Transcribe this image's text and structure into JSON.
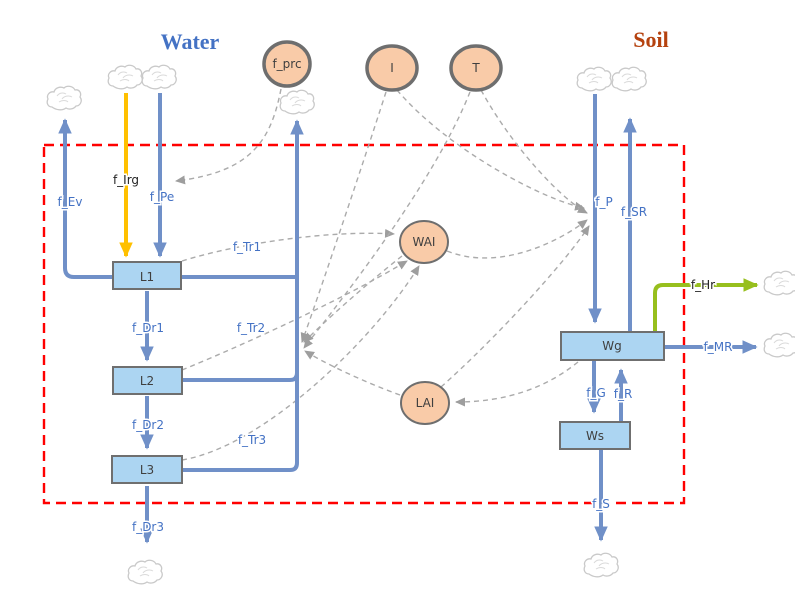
{
  "diagram": {
    "titles": {
      "water": "Water",
      "soil": "Soil"
    },
    "stocks": {
      "L1": "L1",
      "L2": "L2",
      "L3": "L3",
      "Wg": "Wg",
      "Ws": "Ws"
    },
    "variables": {
      "f_prc": "f_prc",
      "I": "I",
      "T": "T",
      "WAI": "WAI",
      "LAI": "LAI"
    },
    "flows": {
      "f_Ev": "f_Ev",
      "f_Irg": "f_Irg",
      "f_Pe": "f_Pe",
      "f_Tr1": "f_Tr1",
      "f_Dr1": "f_Dr1",
      "f_Tr2": "f_Tr2",
      "f_Dr2": "f_Dr2",
      "f_Tr3": "f_Tr3",
      "f_Dr3": "f_Dr3",
      "f_P": "f_P",
      "f_SR": "f_SR",
      "f_Hr": "f_Hr",
      "f_MR": "f_MR",
      "f_G": "f_G",
      "f_R": "f_R",
      "f_S": "f_S"
    },
    "colors": {
      "water_title": "#4472C4",
      "soil_title": "#B5420F",
      "flow_blue": "#7090C8",
      "irrigation_yellow": "#FFC000",
      "harvest_green": "#97BF1D",
      "boundary_red": "#FF0000",
      "stock_fill": "#ACD5F2",
      "variable_fill": "#F9CBA8",
      "node_border": "#6F6F6F",
      "influence_gray": "#ABABAB",
      "flow_label_blue": "#4472C4",
      "node_label_gray": "#3F3F3F"
    }
  }
}
